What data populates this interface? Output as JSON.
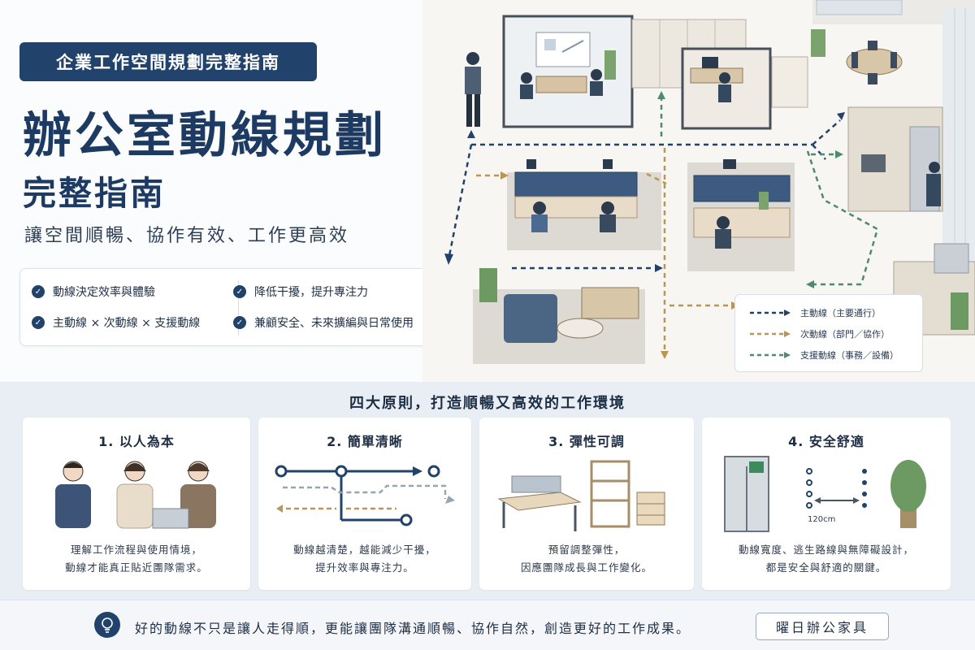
{
  "hero": {
    "badge": "企業工作空間規劃完整指南",
    "title": "辦公室動線規劃",
    "subtitle": "完整指南",
    "tagline": "讓空間順暢、協作有效、工作更高效",
    "points": [
      "動線決定效率與體驗",
      "主動線 × 次動線 × 支援動線",
      "降低干擾，提升專注力",
      "兼顧安全、未來擴編與日常使用"
    ]
  },
  "legend": {
    "items": [
      {
        "label": "主動線（主要通行）",
        "color": "#21436b"
      },
      {
        "label": "次動線（部門／協作）",
        "color": "#b99656"
      },
      {
        "label": "支援動線（事務／設備）",
        "color": "#4e8a6d"
      }
    ]
  },
  "principles": {
    "heading": "四大原則，打造順暢又高效的工作環境",
    "cards": [
      {
        "title": "1. 以人為本",
        "desc_line1": "理解工作流程與使用情境，",
        "desc_line2": "動線才能真正貼近團隊需求。"
      },
      {
        "title": "2. 簡單清晰",
        "desc_line1": "動線越清楚，越能減少干擾，",
        "desc_line2": "提升效率與專注力。"
      },
      {
        "title": "3. 彈性可調",
        "desc_line1": "預留調整彈性，",
        "desc_line2": "因應團隊成長與工作變化。"
      },
      {
        "title": "4. 安全舒適",
        "desc_line1": "動線寬度、逃生路線與無障礙設計，",
        "desc_line2": "都是安全與舒適的關鍵。",
        "width_label": "120cm"
      }
    ]
  },
  "footer": {
    "message": "好的動線不只是讓人走得順，更能讓團隊溝通順暢、協作自然，創造更好的工作成果。",
    "brand": "曜日辦公家具"
  },
  "colors": {
    "navy": "#21436b",
    "gold": "#b99656",
    "green": "#4e8a6d"
  }
}
